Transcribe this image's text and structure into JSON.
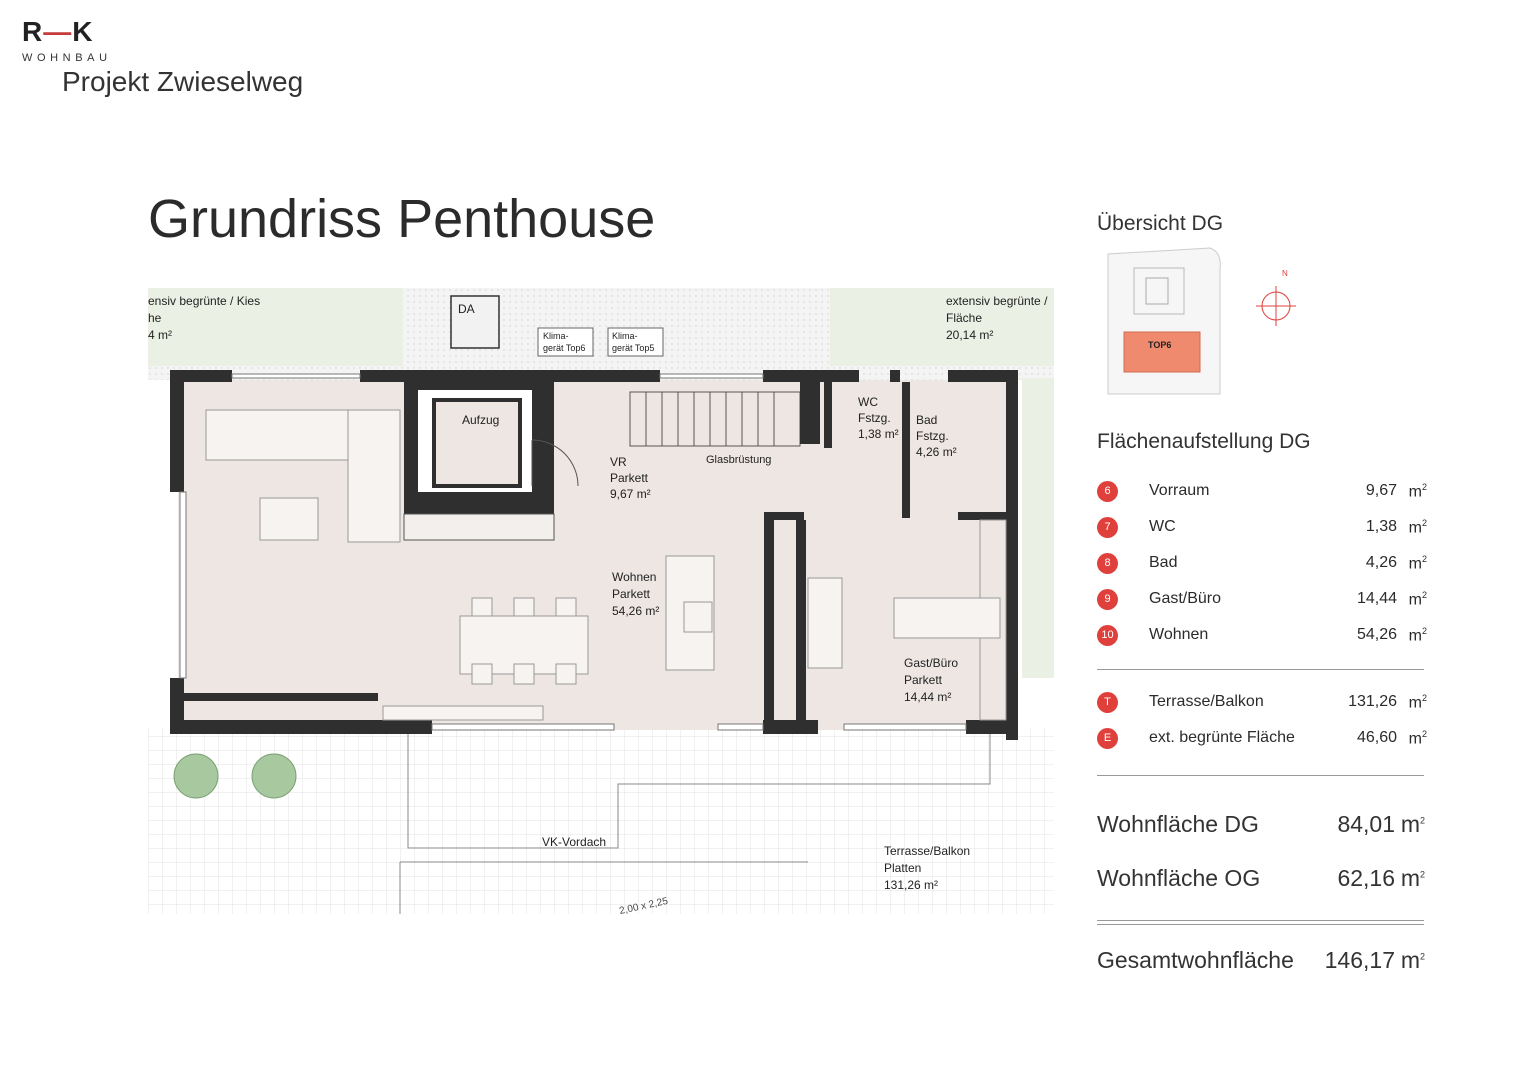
{
  "header": {
    "logo": {
      "left": "R",
      "dash": "—",
      "right": "K",
      "sub": "WOHNBAU"
    },
    "project": "Projekt Zwieselweg"
  },
  "title": "Grundriss Penthouse",
  "plan_labels": {
    "top_left_green": [
      "ensiv begrünte / Kies",
      "he",
      "4 m²"
    ],
    "top_right_green": [
      "extensiv begrünte /",
      "Fläche",
      "20,14 m²"
    ],
    "da": "DA",
    "klima6": [
      "Klima-",
      "gerät Top6"
    ],
    "klima5": [
      "Klima-",
      "gerät Top5"
    ],
    "aufzug": "Aufzug",
    "vr": [
      "VR",
      "Parkett",
      "9,67 m²"
    ],
    "glasbruestung": "Glasbrüstung",
    "wc": [
      "WC",
      "Fstzg.",
      "1,38 m²"
    ],
    "bad": [
      "Bad",
      "Fstzg.",
      "4,26 m²"
    ],
    "wohnen": [
      "Wohnen",
      "Parkett",
      "54,26 m²"
    ],
    "gast": [
      "Gast/Büro",
      "Parkett",
      "14,44 m²"
    ],
    "vordach": "VK-Vordach",
    "terrasse": [
      "Terrasse/Balkon",
      "Platten",
      "131,26 m²"
    ],
    "dim": "2,00 x 2,25"
  },
  "overview": {
    "title": "Übersicht DG",
    "top_label": "TOP6",
    "north": "N",
    "colors": {
      "highlight": "#f08a6e",
      "accent": "#e0403b"
    }
  },
  "areas": {
    "title": "Flächenaufstellung DG",
    "unit": "m",
    "rooms": [
      {
        "badge": "6",
        "name": "Vorraum",
        "value": "9,67"
      },
      {
        "badge": "7",
        "name": "WC",
        "value": "1,38"
      },
      {
        "badge": "8",
        "name": "Bad",
        "value": "4,26"
      },
      {
        "badge": "9",
        "name": "Gast/Büro",
        "value": "14,44"
      },
      {
        "badge": "10",
        "name": "Wohnen",
        "value": "54,26"
      }
    ],
    "outdoor": [
      {
        "badge": "T",
        "name": "Terrasse/Balkon",
        "value": "131,26"
      },
      {
        "badge": "E",
        "name": "ext. begrünte Fläche",
        "value": "46,60"
      }
    ],
    "totals": [
      {
        "name": "Wohnfläche DG",
        "value": "84,01"
      },
      {
        "name": "Wohnfläche OG",
        "value": "62,16"
      }
    ],
    "grand_total": {
      "name": "Gesamtwohnfläche",
      "value": "146,17"
    }
  }
}
